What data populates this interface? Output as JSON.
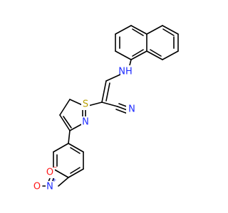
{
  "molecule": {
    "colors": {
      "carbon_bond": "#000000",
      "nitrogen": "#1d2bff",
      "sulfur": "#b8a000",
      "oxygen": "#ff1a1a",
      "hydrogen": "#000000"
    },
    "atoms": {
      "nh": "NH",
      "hydrogen": "H",
      "nitrile_n": "N",
      "thiazole_s": "S",
      "thiazole_n": "N",
      "nitro_n": "N",
      "nitro_n_charge": "+",
      "nitro_o_top": "O",
      "nitro_o_top_charge": "−",
      "nitro_o_right": "O"
    }
  }
}
